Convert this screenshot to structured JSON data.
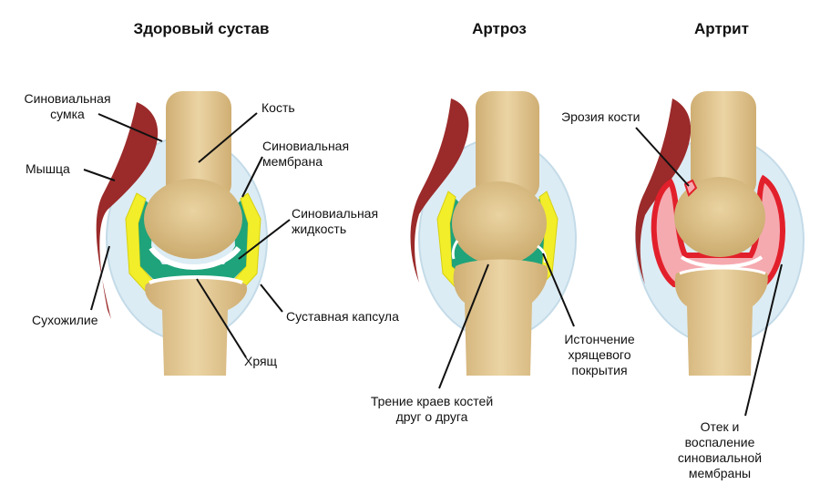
{
  "titles": {
    "healthy": "Здоровый сустав",
    "arthrosis": "Артроз",
    "arthritis": "Артрит"
  },
  "labels": {
    "synovial_bursa": "Синовиальная\nсумка",
    "muscle": "Мышца",
    "tendon": "Сухожилие",
    "bone": "Кость",
    "synovial_membrane": "Синовиальная\nмембрана",
    "synovial_fluid": "Синовиальная\nжидкость",
    "joint_capsule": "Суставная капсула",
    "cartilage": "Хрящ",
    "bone_friction": "Трение краев костей\nдруг о друга",
    "cartilage_thinning": "Истончение\nхрящевого\nпокрытия",
    "bone_erosion": "Эрозия кости",
    "membrane_inflammation": "Отек и воспаление\nсиновиальной мембраны"
  },
  "colors": {
    "bone": "#e0c590",
    "bone_shadow": "#c9a86a",
    "muscle": "#9b2a2a",
    "capsule": "#dcecf4",
    "fluid_healthy": "#1fa37a",
    "membrane": "#f2ee2a",
    "inflamed_fluid": "#f5aab0",
    "inflamed_membrane": "#e2202b",
    "cartilage": "#ffffff"
  }
}
